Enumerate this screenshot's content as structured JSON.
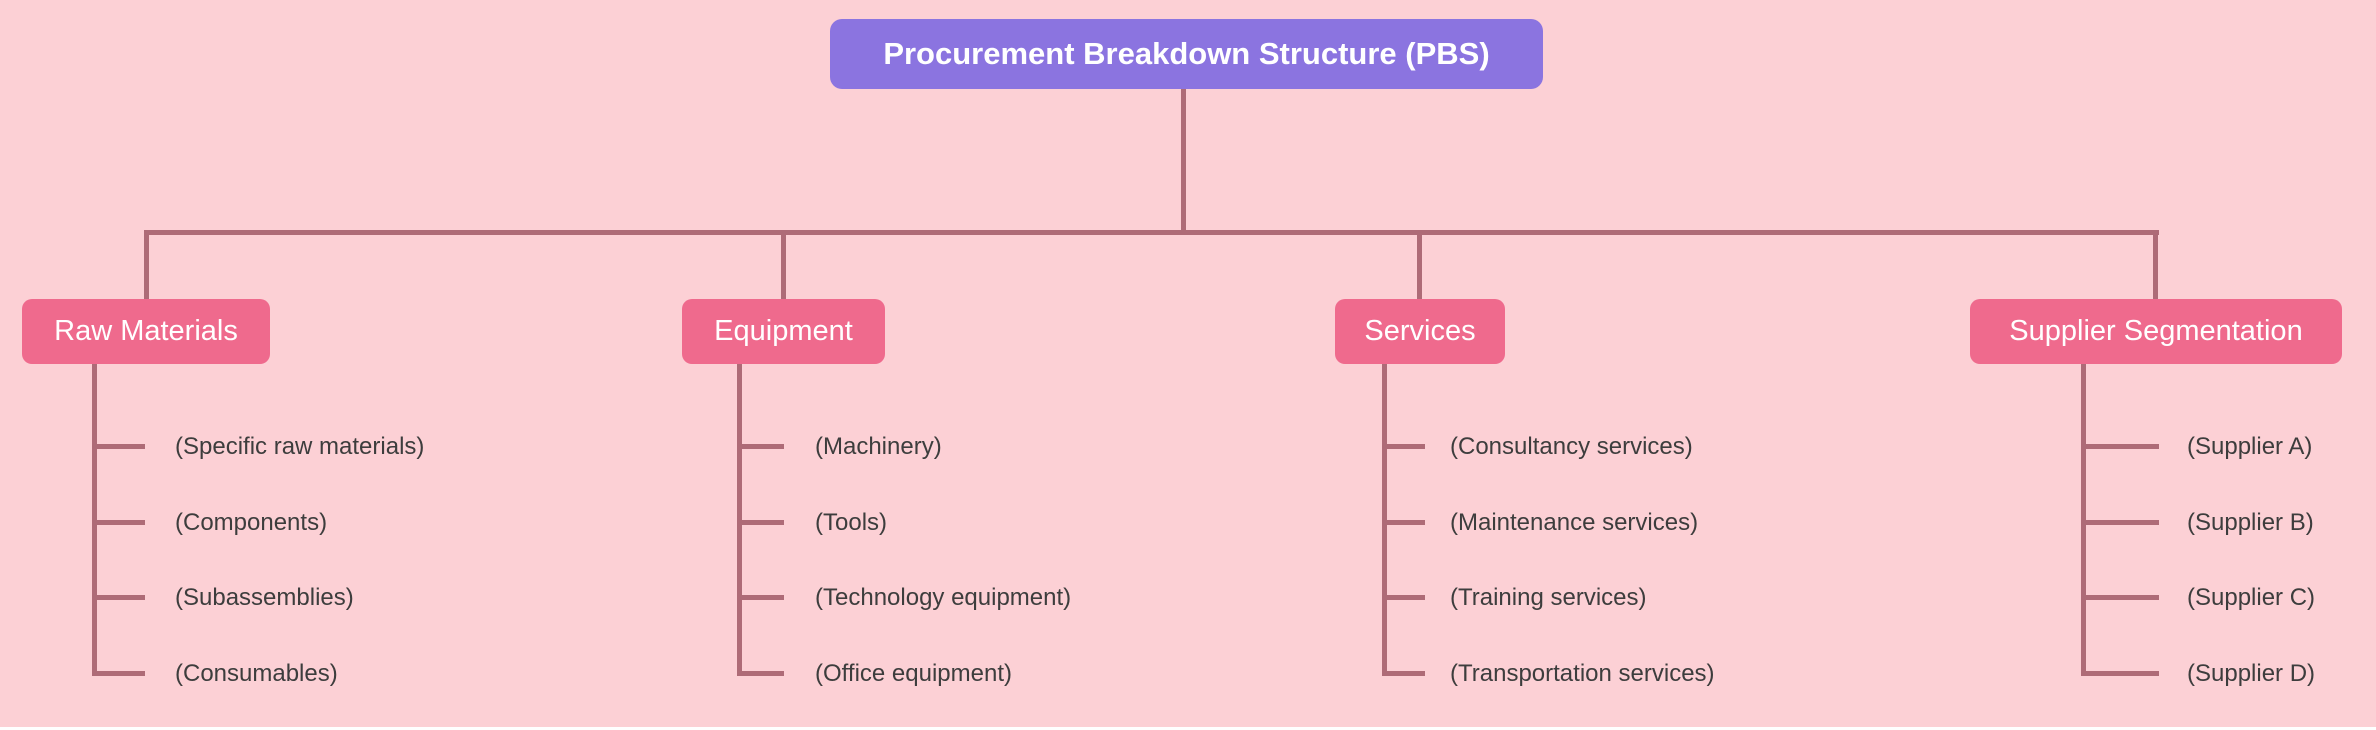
{
  "diagram": {
    "type": "tree",
    "colors": {
      "background": "#fcd0d5",
      "connector": "#ae6b77",
      "root_fill": "#8b74e0",
      "branch_fill": "#ef6a8d",
      "node_text": "#ffffff",
      "leaf_text": "#3d3d3d"
    },
    "root": {
      "label": "Procurement Breakdown Structure (PBS)"
    },
    "branches": [
      {
        "label": "Raw Materials",
        "leaves": [
          "(Specific raw materials)",
          "(Components)",
          "(Subassemblies)",
          "(Consumables)"
        ]
      },
      {
        "label": "Equipment",
        "leaves": [
          "(Machinery)",
          "(Tools)",
          "(Technology equipment)",
          "(Office equipment)"
        ]
      },
      {
        "label": "Services",
        "leaves": [
          "(Consultancy services)",
          "(Maintenance services)",
          "(Training services)",
          "(Transportation services)"
        ]
      },
      {
        "label": "Supplier Segmentation",
        "leaves": [
          "(Supplier A)",
          "(Supplier B)",
          "(Supplier C)",
          "(Supplier D)"
        ]
      }
    ]
  }
}
